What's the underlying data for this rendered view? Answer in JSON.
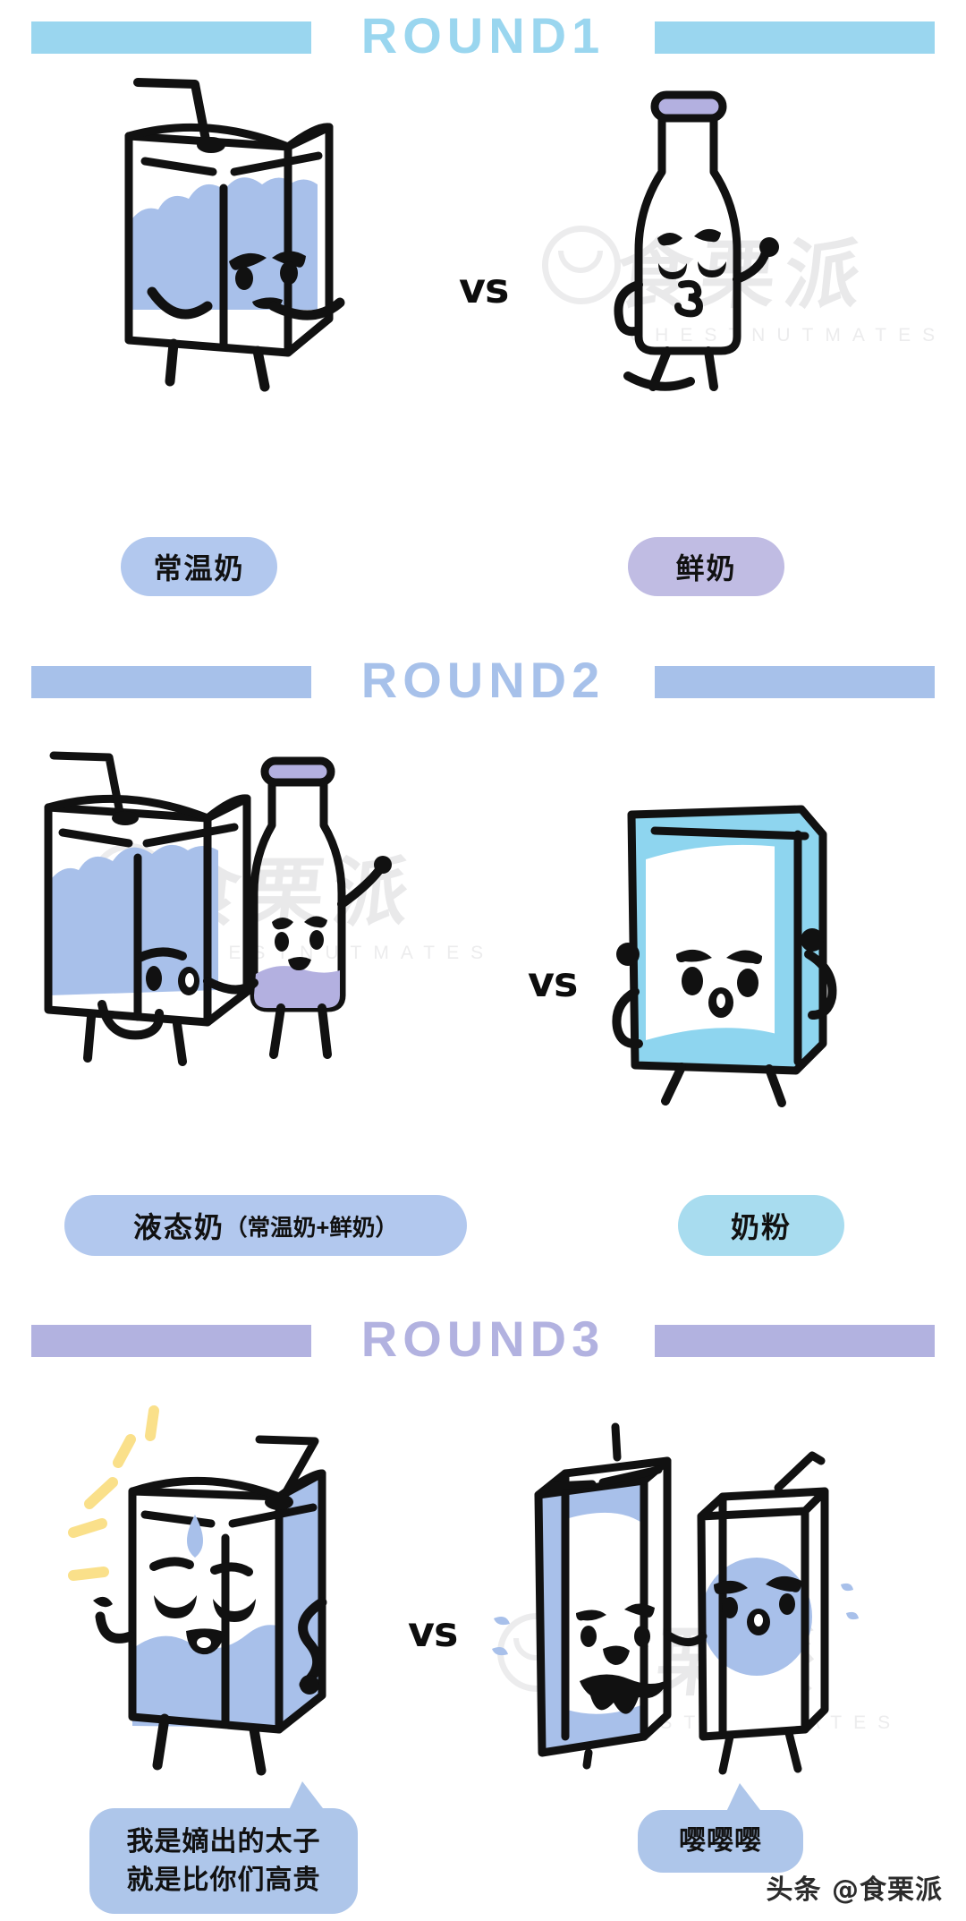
{
  "meta": {
    "background": "#ffffff",
    "ink": "#111111"
  },
  "watermark": {
    "cn": "食栗派",
    "en": "CHESTNUTMATES"
  },
  "footer": {
    "text": "头条 @食栗派"
  },
  "vs_label": "vs",
  "colors": {
    "round1_accent": "#9ad6ef",
    "round2_accent": "#a7c1ea",
    "round3_accent": "#b2b2e0",
    "milk_blue": "#a8c0ea",
    "powder_cyan": "#8ed5ef",
    "cap_purple": "#b3b0e0",
    "pill_blue": "#b2c8ee",
    "pill_purple": "#c0bce3",
    "pill_cyan": "#a8dcef",
    "bubble_blue": "#aec6ea",
    "sparkle_yellow": "#fae08a"
  },
  "rounds": [
    {
      "id": "round1",
      "title": "ROUND1",
      "accent": "#9ad6ef",
      "left": {
        "name": "milk-carton-ambient",
        "label": "常温奶",
        "label_color": "#b2c8ee",
        "expression": "angry-moustache"
      },
      "right": {
        "name": "milk-bottle-fresh",
        "label": "鲜奶",
        "label_color": "#c0bce3",
        "expression": "angry-smug"
      }
    },
    {
      "id": "round2",
      "title": "ROUND2",
      "accent": "#a7c1ea",
      "left": {
        "name": "liquid-milk-pair",
        "label_main": "液态奶",
        "label_sub": "（常温奶+鲜奶）",
        "label_color": "#b2c8ee",
        "expression": "smug-pair"
      },
      "right": {
        "name": "milk-powder-bag",
        "label": "奶粉",
        "label_color": "#a8dcef",
        "expression": "angry-fists"
      }
    },
    {
      "id": "round3",
      "title": "ROUND3",
      "accent": "#b2b2e0",
      "left": {
        "name": "ambient-milk-proud",
        "bubble_lines": [
          "我是嫡出的太子",
          "就是比你们高贵"
        ],
        "bubble_color": "#aec6ea",
        "expression": "smug-sweat"
      },
      "right": {
        "name": "crying-milk-pair",
        "bubble_lines": [
          "嘤嘤嘤"
        ],
        "bubble_color": "#aec6ea",
        "expression": "crying"
      }
    }
  ]
}
